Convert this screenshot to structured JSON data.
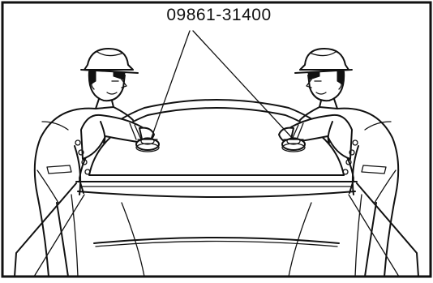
{
  "diagram": {
    "part_number_label": "09861-31400",
    "icons": {
      "left_worker": "technician-with-suction-cup",
      "right_worker": "technician-with-suction-cup",
      "vehicle": "car-windshield",
      "tool": "suction-cup-tool"
    },
    "colors": {
      "ink": "#111111",
      "paper": "#ffffff"
    }
  }
}
